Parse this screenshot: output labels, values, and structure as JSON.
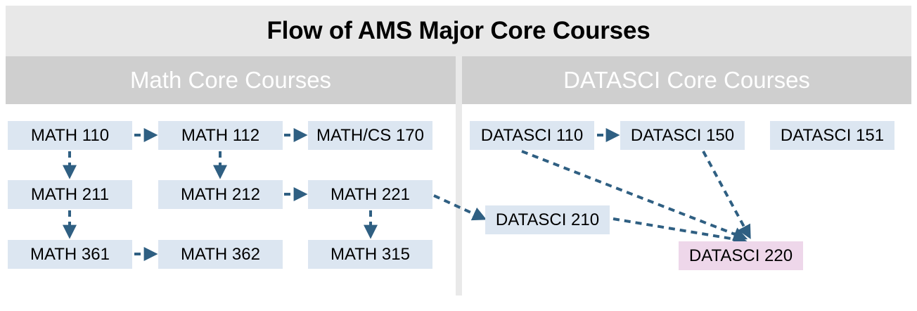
{
  "title": "Flow of AMS Major Core Courses",
  "sections": [
    {
      "id": "math",
      "label": "Math Core Courses"
    },
    {
      "id": "datasci",
      "label": "DATASCI Core Courses"
    }
  ],
  "colors": {
    "title_bar_bg": "#e8e8e8",
    "section_header_bg": "#cfcfcf",
    "section_header_text": "#ffffff",
    "node_bg": "#dce6f1",
    "node_highlight_bg": "#eed7ea",
    "node_text": "#000000",
    "arrow": "#2f5f82",
    "divider": "#e9e9e9",
    "page_bg": "#ffffff"
  },
  "nodes": [
    {
      "id": "math110",
      "label": "MATH 110",
      "section": "math",
      "highlight": false
    },
    {
      "id": "math112",
      "label": "MATH 112",
      "section": "math",
      "highlight": false
    },
    {
      "id": "mathcs170",
      "label": "MATH/CS 170",
      "section": "math",
      "highlight": false
    },
    {
      "id": "math211",
      "label": "MATH 211",
      "section": "math",
      "highlight": false
    },
    {
      "id": "math212",
      "label": "MATH 212",
      "section": "math",
      "highlight": false
    },
    {
      "id": "math221",
      "label": "MATH 221",
      "section": "math",
      "highlight": false
    },
    {
      "id": "math361",
      "label": "MATH 361",
      "section": "math",
      "highlight": false
    },
    {
      "id": "math362",
      "label": "MATH 362",
      "section": "math",
      "highlight": false
    },
    {
      "id": "math315",
      "label": "MATH 315",
      "section": "math",
      "highlight": false
    },
    {
      "id": "ds110",
      "label": "DATASCI 110",
      "section": "datasci",
      "highlight": false
    },
    {
      "id": "ds150",
      "label": "DATASCI 150",
      "section": "datasci",
      "highlight": false
    },
    {
      "id": "ds151",
      "label": "DATASCI 151",
      "section": "datasci",
      "highlight": false
    },
    {
      "id": "ds210",
      "label": "DATASCI 210",
      "section": "datasci",
      "highlight": false
    },
    {
      "id": "ds220",
      "label": "DATASCI 220",
      "section": "datasci",
      "highlight": true
    }
  ],
  "edges": [
    {
      "from": "math110",
      "to": "math112",
      "style": "dashed-arrow"
    },
    {
      "from": "math112",
      "to": "mathcs170",
      "style": "dashed-arrow"
    },
    {
      "from": "math110",
      "to": "math211",
      "style": "dashed-arrow"
    },
    {
      "from": "math112",
      "to": "math212",
      "style": "dashed-arrow"
    },
    {
      "from": "math212",
      "to": "math221",
      "style": "dashed-arrow"
    },
    {
      "from": "math211",
      "to": "math361",
      "style": "dashed-arrow"
    },
    {
      "from": "math221",
      "to": "math315",
      "style": "dashed-arrow"
    },
    {
      "from": "math361",
      "to": "math362",
      "style": "dashed-arrow"
    },
    {
      "from": "math221",
      "to": "ds210",
      "style": "dashed-arrow"
    },
    {
      "from": "ds110",
      "to": "ds150",
      "style": "dashed-arrow"
    },
    {
      "from": "ds110",
      "to": "ds220",
      "style": "dashed-arrow"
    },
    {
      "from": "ds150",
      "to": "ds220",
      "style": "dashed-arrow"
    },
    {
      "from": "ds210",
      "to": "ds220",
      "style": "dashed-arrow"
    }
  ]
}
